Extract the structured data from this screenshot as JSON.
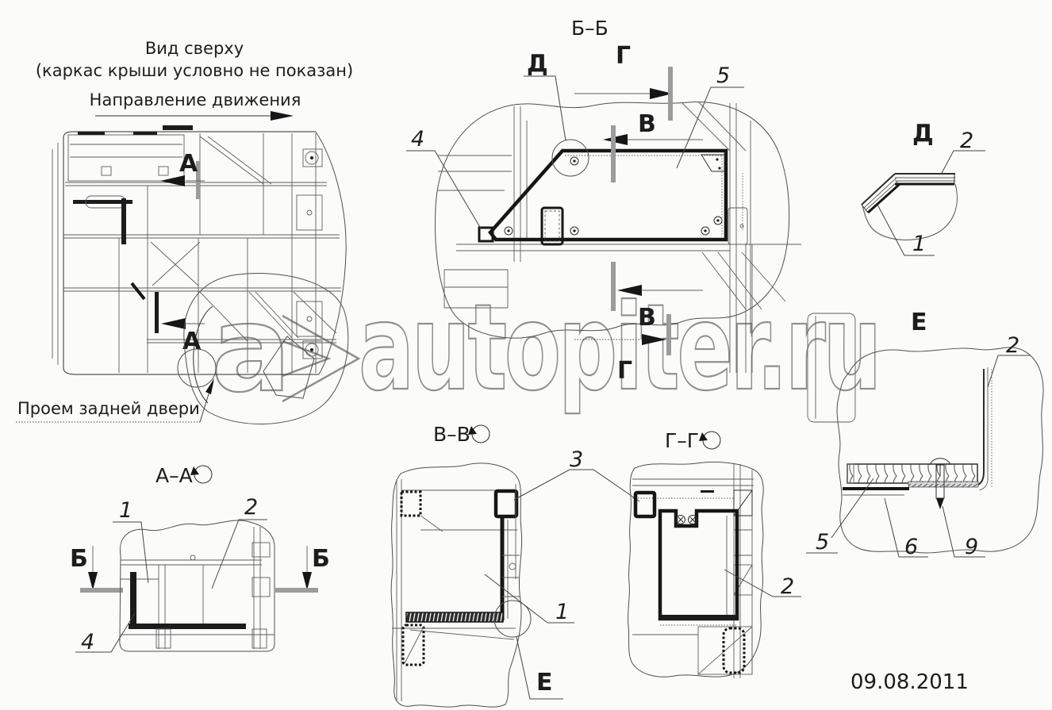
{
  "page": {
    "background": "#fbfbf9",
    "ink_color": "#1d1d1d",
    "thin_line_color": "#5d5d5d",
    "section_mark_color": "#9c9c9c",
    "watermark_color": "#8f8f8f"
  },
  "watermark": {
    "logo": "a",
    "text": "autopiter.ru"
  },
  "top_view": {
    "caption_line1": "Вид сверху",
    "caption_line2": "(каркас крыши условно не показан)",
    "direction_label": "Направление движения",
    "door_note": "Проем задней двери",
    "cut_a_upper": "А",
    "cut_a_lower": "А"
  },
  "section_bb": {
    "title": "Б–Б",
    "detail_d_label": "Д",
    "cut_g_upper": "Г",
    "cut_v_upper": "В",
    "cut_v_lower": "В",
    "cut_g_lower": "Г",
    "part_4": "4",
    "part_5": "5"
  },
  "section_aa": {
    "title": "А–А",
    "cut_b_left": "Б",
    "cut_b_right": "Б",
    "part_1": "1",
    "part_2": "2",
    "part_4": "4"
  },
  "section_vv": {
    "title": "В–В",
    "part_3": "3",
    "part_1": "1",
    "detail_e_label": "Е"
  },
  "section_gg": {
    "title": "Г–Г",
    "part_2": "2"
  },
  "detail_d": {
    "title": "Д",
    "part_1": "1",
    "part_2": "2"
  },
  "detail_e": {
    "title": "Е",
    "part_2": "2",
    "part_5": "5",
    "part_6": "6",
    "part_9": "9"
  },
  "footer": {
    "date": "09.08.2011"
  }
}
